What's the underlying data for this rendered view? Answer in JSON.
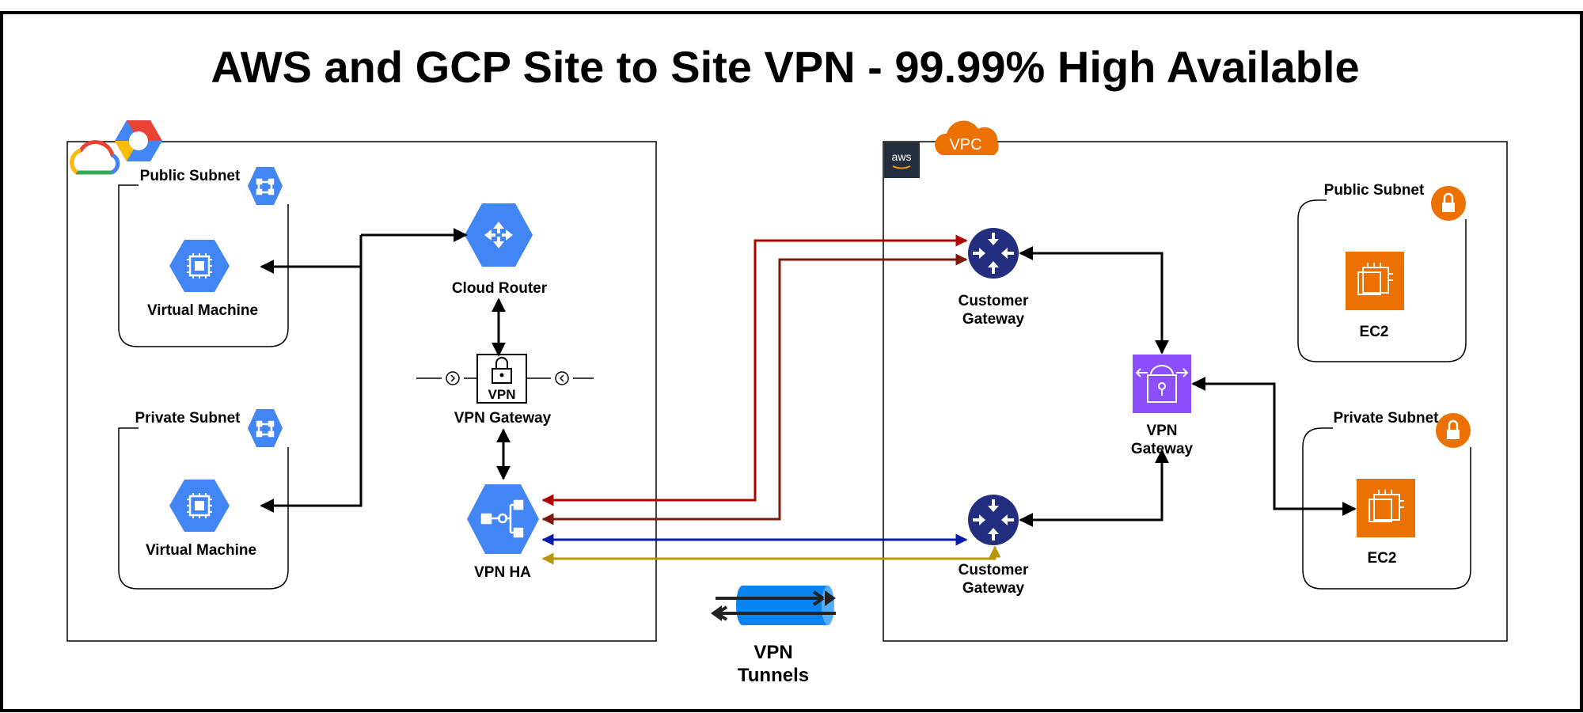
{
  "title": "AWS and GCP Site to Site VPN - 99.99% High Available",
  "gcp": {
    "public_subnet_label": "Public Subnet",
    "private_subnet_label": "Private Subnet",
    "vm_public_label": "Virtual Machine",
    "vm_private_label": "Virtual Machine",
    "cloud_router_label": "Cloud Router",
    "vpn_gateway_label": "VPN Gateway",
    "vpn_gateway_icon_text": "VPN",
    "vpn_ha_label": "VPN HA"
  },
  "aws": {
    "aws_badge_text": "aws",
    "vpc_badge_text": "VPC",
    "customer_gateway_1_line1": "Customer",
    "customer_gateway_1_line2": "Gateway",
    "customer_gateway_2_line1": "Customer",
    "customer_gateway_2_line2": "Gateway",
    "vpn_gateway_line1": "VPN",
    "vpn_gateway_line2": "Gateway",
    "public_subnet_label": "Public Subnet",
    "private_subnet_label": "Private Subnet",
    "ec2_public_label": "EC2",
    "ec2_private_label": "EC2"
  },
  "legend": {
    "tunnels_line1": "VPN",
    "tunnels_line2": "Tunnels"
  },
  "colors": {
    "gcp_blue": "#4285F4",
    "aws_navy": "#232F7E",
    "aws_orange": "#ED7100",
    "aws_purple": "#8C4FFF",
    "tunnel_red": "#B00000",
    "tunnel_darkred": "#7A1B0C",
    "tunnel_blue": "#0A1BAA",
    "tunnel_gold": "#B8960B",
    "tunnel_cylinder": "#0A84F0"
  }
}
